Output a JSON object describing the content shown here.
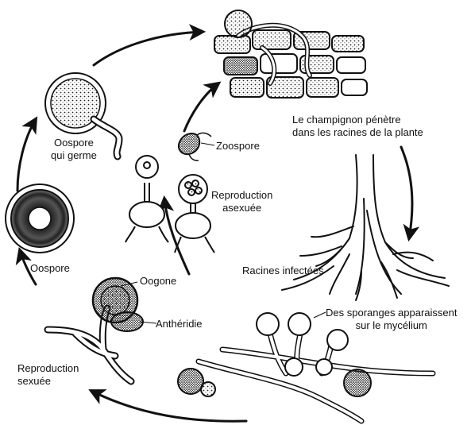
{
  "labels": {
    "penetration": [
      "Le champignon pénètre",
      "dans les racines de la plante"
    ],
    "infected_roots": "Racines infectées",
    "sporangia": [
      "Des sporanges apparaissent",
      "sur le mycélium"
    ],
    "zoospore": "Zoospore",
    "asexual": [
      "Reproduction",
      "asexuée"
    ],
    "germinating_oospore": [
      "Oospore",
      "qui germe"
    ],
    "oospore": "Oospore",
    "oogonium": "Oogone",
    "antheridium": "Anthéridie",
    "sexual": [
      "Reproduction",
      "sexuée"
    ]
  }
}
